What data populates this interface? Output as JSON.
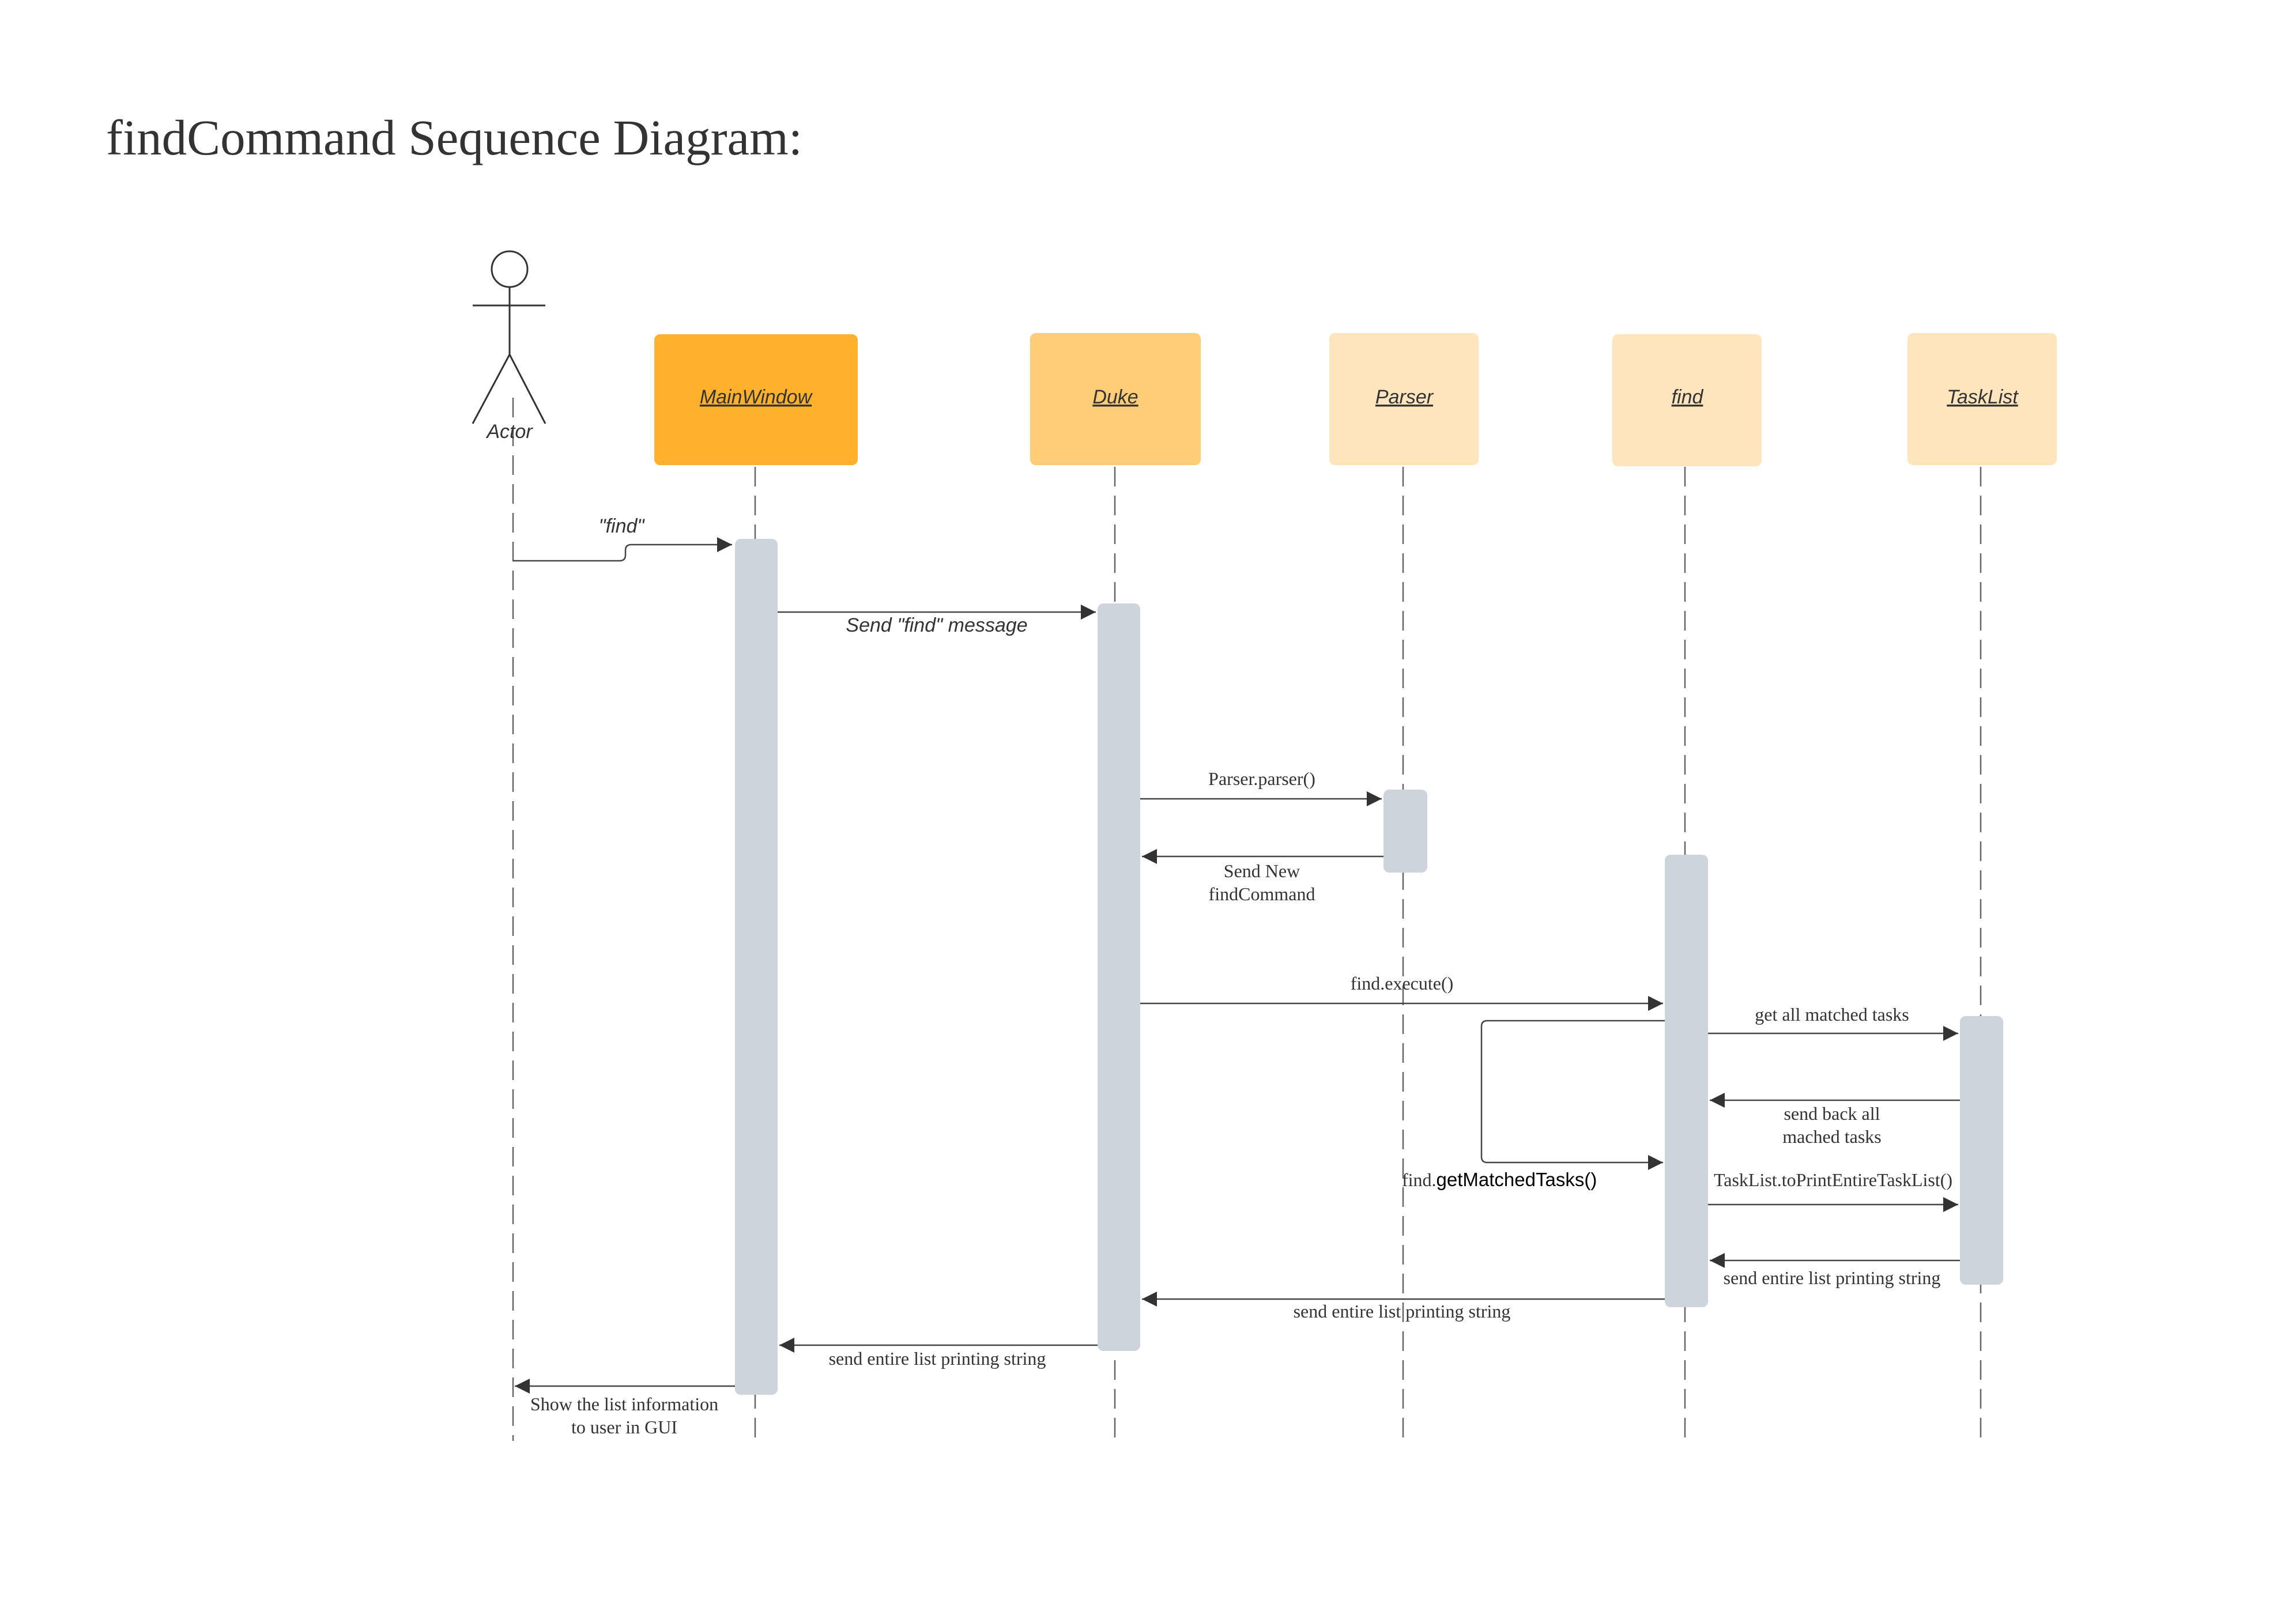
{
  "title": "findCommand Sequence Diagram:",
  "actor": {
    "label": "Actor"
  },
  "participants": [
    {
      "id": "mainwindow",
      "label": "MainWindow",
      "color": "#ffb12e"
    },
    {
      "id": "duke",
      "label": "Duke",
      "color": "#ffcc78"
    },
    {
      "id": "parser",
      "label": "Parser",
      "color": "#ffe5bd"
    },
    {
      "id": "find",
      "label": "find",
      "color": "#ffe5bd"
    },
    {
      "id": "tasklist",
      "label": "TaskList",
      "color": "#ffe5bd"
    }
  ],
  "messages": {
    "find_input": "\"find\"",
    "send_find_message": "Send \"find\" message",
    "parser_call": "Parser.parser()",
    "send_new_line1": "Send New",
    "send_new_line2": "findCommand",
    "find_execute": "find.execute()",
    "get_all_matched": "get all matched tasks",
    "send_back_line1": "send back all",
    "send_back_line2": "mached tasks",
    "get_matched_prefix": "find.",
    "get_matched_method": "getMatchedTasks()",
    "to_print": "TaskList.toPrintEntireTaskList()",
    "send_entire_tasklist": "send entire list printing string",
    "send_entire_find": "send entire list printing string",
    "send_entire_duke": "send entire list printing string",
    "show_line1": "Show the list information",
    "show_line2": "to user in GUI"
  }
}
